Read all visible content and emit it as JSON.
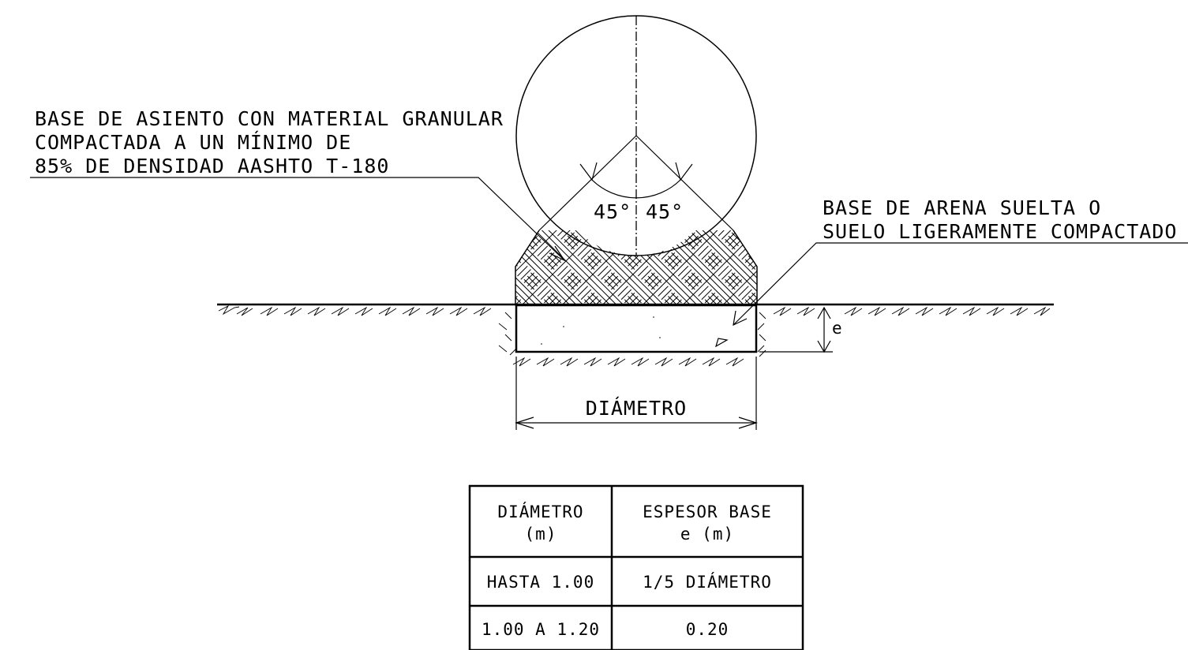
{
  "note_left": {
    "line1": "BASE DE ASIENTO CON MATERIAL GRANULAR",
    "line2": "COMPACTADA A UN MÍNIMO DE",
    "line3": "85% DE DENSIDAD AASHTO T-180"
  },
  "note_right": {
    "line1": "BASE DE ARENA SUELTA O",
    "line2": "SUELO LIGERAMENTE COMPACTADO"
  },
  "angles": {
    "left": "45°",
    "right": "45°"
  },
  "dims": {
    "thickness": "e",
    "diameter": "DIÁMETRO"
  },
  "table": {
    "headers": [
      {
        "line1": "DIÁMETRO",
        "line2": "(m)"
      },
      {
        "line1": "ESPESOR BASE",
        "line2": "e (m)"
      }
    ],
    "rows": [
      [
        "HASTA 1.00",
        "1/5 DIÁMETRO"
      ],
      [
        "1.00 A 1.20",
        "0.20"
      ]
    ]
  }
}
